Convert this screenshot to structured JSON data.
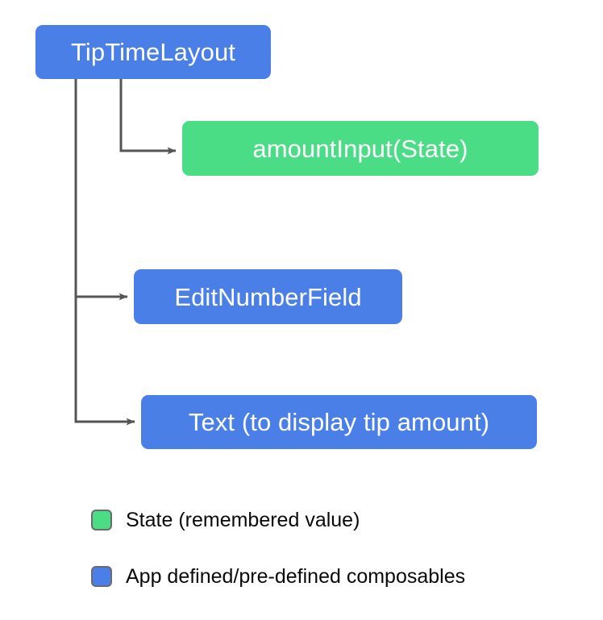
{
  "diagram": {
    "type": "tree",
    "title": "",
    "colors": {
      "composable": "#4a7fe8",
      "state": "#4bdd86",
      "edge": "#555555",
      "legend_border": "#6b6b6b",
      "node_text": "#ffffff",
      "legend_text": "#0a0a0a",
      "background": "#ffffff"
    },
    "nodes": [
      {
        "id": "root",
        "label": "TipTimeLayout",
        "kind": "composable"
      },
      {
        "id": "state",
        "label": "amountInput(State)",
        "kind": "state"
      },
      {
        "id": "editnum",
        "label": "EditNumberField",
        "kind": "composable"
      },
      {
        "id": "text",
        "label": "Text (to display tip amount)",
        "kind": "composable"
      }
    ],
    "edges": [
      {
        "from": "root",
        "to": "state",
        "style": "elbow-arrow"
      },
      {
        "from": "root",
        "to": "editnum",
        "style": "elbow-arrow"
      },
      {
        "from": "root",
        "to": "text",
        "style": "elbow-arrow"
      }
    ]
  },
  "legend": {
    "items": [
      {
        "swatch_color": "#4bdd86",
        "label": "State (remembered value)"
      },
      {
        "swatch_color": "#4a7fe8",
        "label": "App defined/pre-defined composables"
      }
    ]
  }
}
